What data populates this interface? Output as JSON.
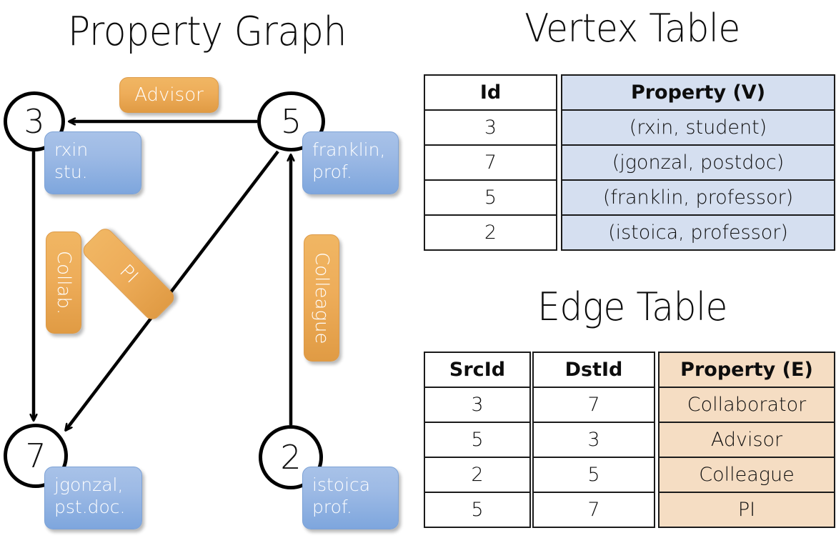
{
  "titles": {
    "property_graph": "Property Graph",
    "vertex_table": "Vertex Table",
    "edge_table": "Edge Table"
  },
  "colors": {
    "vertex_chip_fill": "#9dbae5",
    "edge_chip_fill": "#eead5a",
    "vertex_table_fill": "#d5dff0",
    "edge_table_fill": "#f5ddc3",
    "stroke": "#000000",
    "background": "#ffffff"
  },
  "graph": {
    "nodes": [
      {
        "id": "3",
        "label": "3",
        "property_line1": "rxin",
        "property_line2": "stu."
      },
      {
        "id": "5",
        "label": "5",
        "property_line1": "franklin,",
        "property_line2": "prof."
      },
      {
        "id": "7",
        "label": "7",
        "property_line1": "jgonzal,",
        "property_line2": "pst.doc."
      },
      {
        "id": "2",
        "label": "2",
        "property_line1": "istoica",
        "property_line2": "prof."
      }
    ],
    "edge_labels": [
      {
        "name": "advisor-label",
        "text": "Advisor",
        "orientation": "horizontal"
      },
      {
        "name": "collab-label",
        "text": "Collab.",
        "orientation": "vertical"
      },
      {
        "name": "pi-label",
        "text": "PI",
        "orientation": "diagonal"
      },
      {
        "name": "colleague-label",
        "text": "Colleague",
        "orientation": "vertical"
      }
    ],
    "edges": [
      {
        "src": "5",
        "dst": "3",
        "label": "Advisor"
      },
      {
        "src": "3",
        "dst": "7",
        "label": "Collab."
      },
      {
        "src": "5",
        "dst": "7",
        "label": "PI"
      },
      {
        "src": "2",
        "dst": "5",
        "label": "Colleague"
      }
    ]
  },
  "vertex_table": {
    "headers": {
      "id": "Id",
      "property": "Property (V)"
    },
    "rows": [
      {
        "id": "3",
        "property": "(rxin, student)"
      },
      {
        "id": "7",
        "property": "(jgonzal, postdoc)"
      },
      {
        "id": "5",
        "property": "(franklin, professor)"
      },
      {
        "id": "2",
        "property": "(istoica, professor)"
      }
    ]
  },
  "edge_table": {
    "headers": {
      "src": "SrcId",
      "dst": "DstId",
      "property": "Property (E)"
    },
    "rows": [
      {
        "src": "3",
        "dst": "7",
        "property": "Collaborator"
      },
      {
        "src": "5",
        "dst": "3",
        "property": "Advisor"
      },
      {
        "src": "2",
        "dst": "5",
        "property": "Colleague"
      },
      {
        "src": "5",
        "dst": "7",
        "property": "PI"
      }
    ]
  }
}
